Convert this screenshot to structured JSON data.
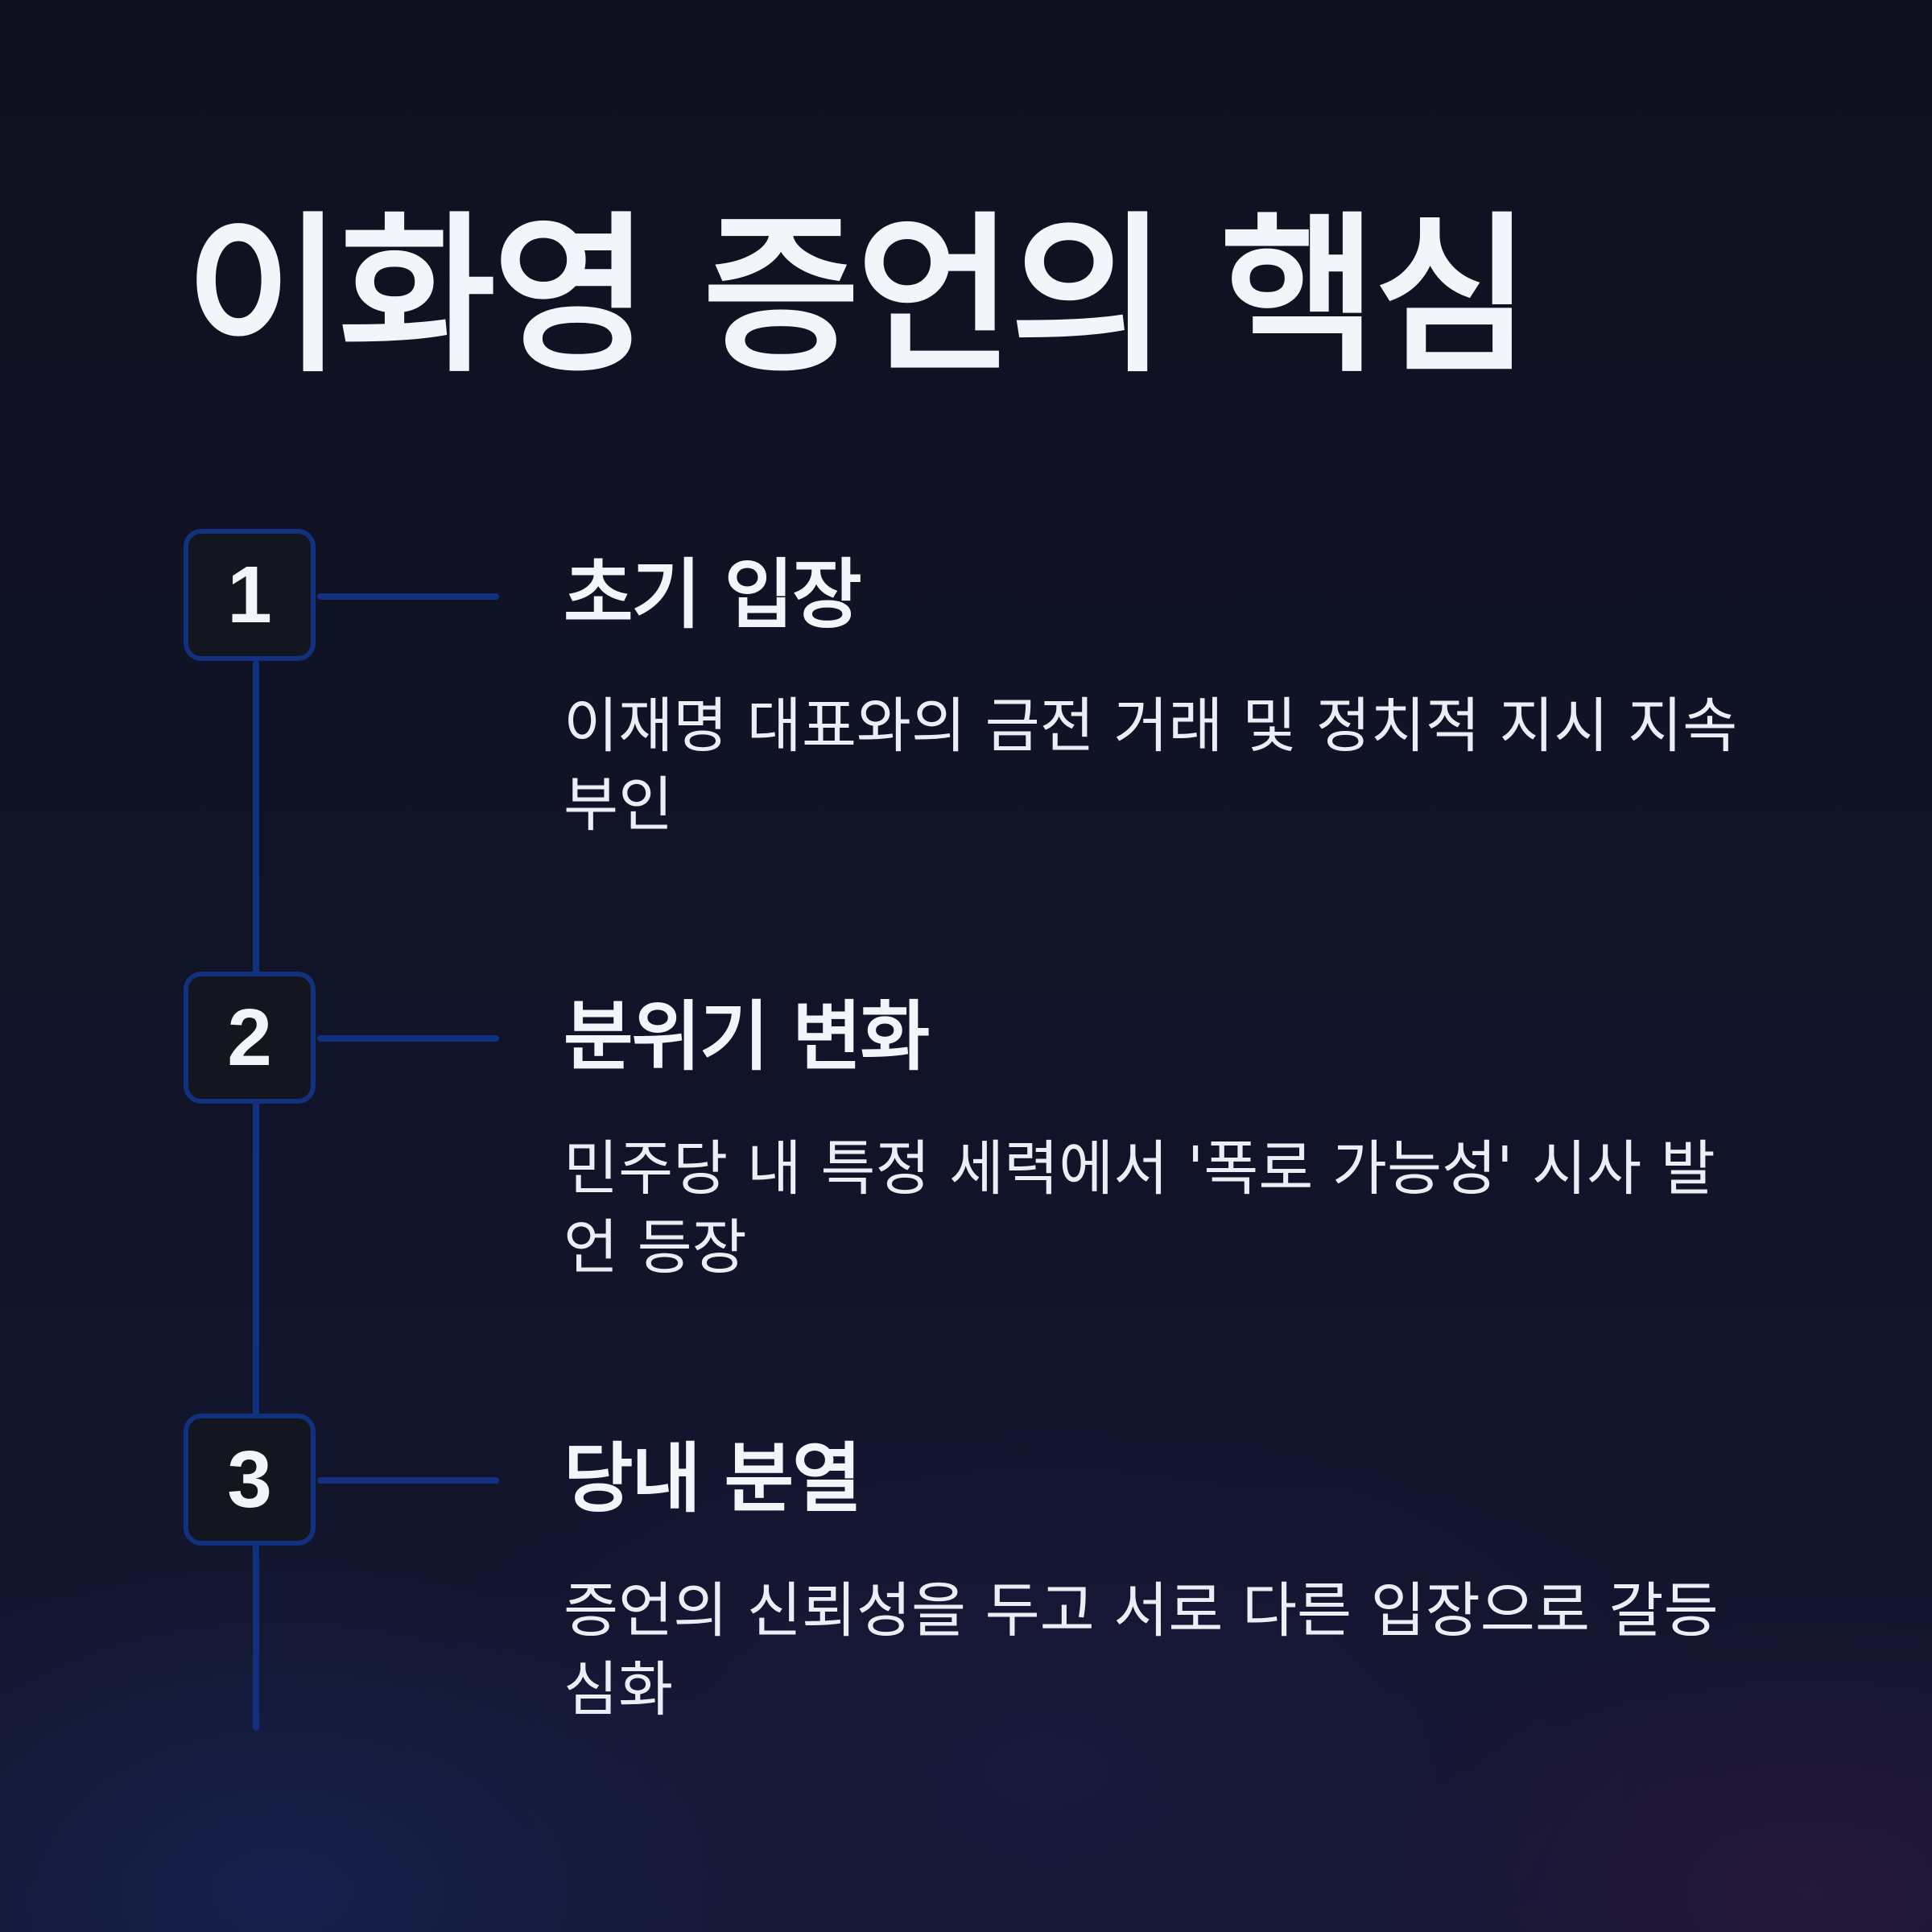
{
  "title": "이화영 증언의 핵심",
  "steps": [
    {
      "number": "1",
      "heading": "초기 입장",
      "description": "이재명 대표와의 금전 거래 및 정치적 지시 지속 부인"
    },
    {
      "number": "2",
      "heading": "분위기 변화",
      "description": "민주당 내 특정 세력에서 '폭로 가능성' 시사 발언 등장"
    },
    {
      "number": "3",
      "heading": "당내 분열",
      "description": "증언의 신뢰성을 두고 서로 다른 입장으로 갈등 심화"
    }
  ],
  "colors": {
    "background": "#10121f",
    "accent_line": "#11307e",
    "text": "#f4f5fa"
  }
}
